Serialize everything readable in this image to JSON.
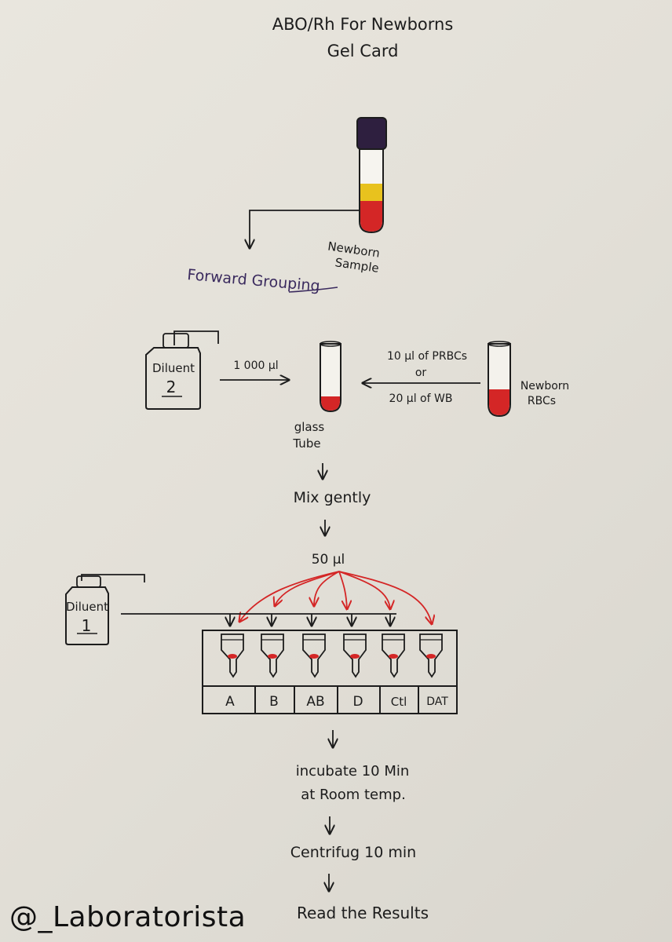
{
  "title_line1": "ABO/Rh For Newborns",
  "title_line2": "Gel Card",
  "sample_label_line1": "Newborn",
  "sample_label_line2": "Sample",
  "forward_grouping": "Forward Grouping",
  "diluent2": {
    "label": "Diluent",
    "number": "2"
  },
  "diluent1": {
    "label": "Diluent",
    "number": "1"
  },
  "diluent2_volume": "1 000 µl",
  "glass_tube_line1": "glass",
  "glass_tube_line2": "Tube",
  "prbc_line": "10 µl of PRBCs",
  "or_line": "or",
  "wb_line": "20 µl of WB",
  "newborn_rbcs_line1": "Newborn",
  "newborn_rbcs_line2": "RBCs",
  "mix_step": "Mix gently",
  "transfer_volume": "50 µl",
  "gel_columns": [
    "A",
    "B",
    "AB",
    "D",
    "Ctl",
    "DAT"
  ],
  "incubate_line1": "incubate 10 Min",
  "incubate_line2": "at Room temp.",
  "centrifuge_step": "Centrifug 10 min",
  "read_step": "Read the Results",
  "watermark": "@_Laboratorista",
  "colors": {
    "ink": "#1c1c1c",
    "blood_red": "#d42626",
    "plasma_yellow": "#e8c21e",
    "cap_purple": "#2e1f3f",
    "text_purple": "#3a2a5e"
  }
}
